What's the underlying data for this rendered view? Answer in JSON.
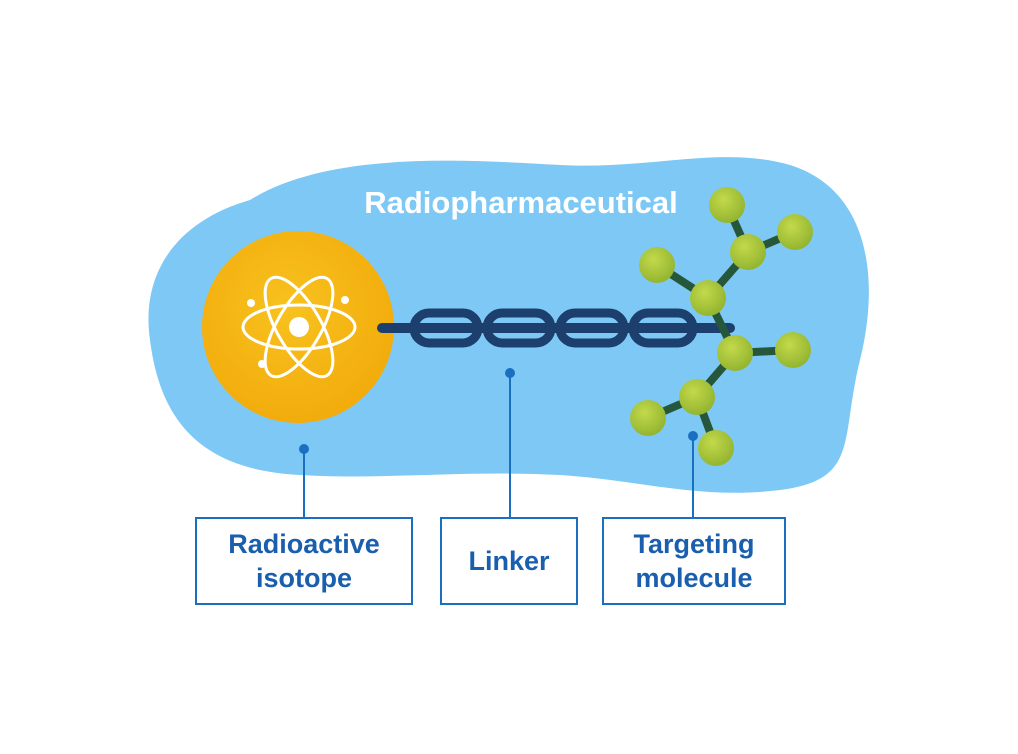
{
  "title": "Radiopharmaceutical",
  "components": {
    "isotope": {
      "line1": "Radioactive",
      "line2": "isotope"
    },
    "linker": {
      "label": "Linker"
    },
    "targeting": {
      "line1": "Targeting",
      "line2": "molecule"
    }
  },
  "colors": {
    "blob": "#7ec8f5",
    "isotope": "#f7b916",
    "chain": "#1d3f6e",
    "molecule_atom": "#a9c83a",
    "molecule_bond": "#27573a",
    "label_text": "#1a5fae",
    "label_border": "#1a6fc0",
    "connector": "#1a6fc0"
  },
  "icons": {
    "isotope_icon": "atom-icon",
    "linker_icon": "chain-icon",
    "targeting_icon": "molecule-icon"
  }
}
